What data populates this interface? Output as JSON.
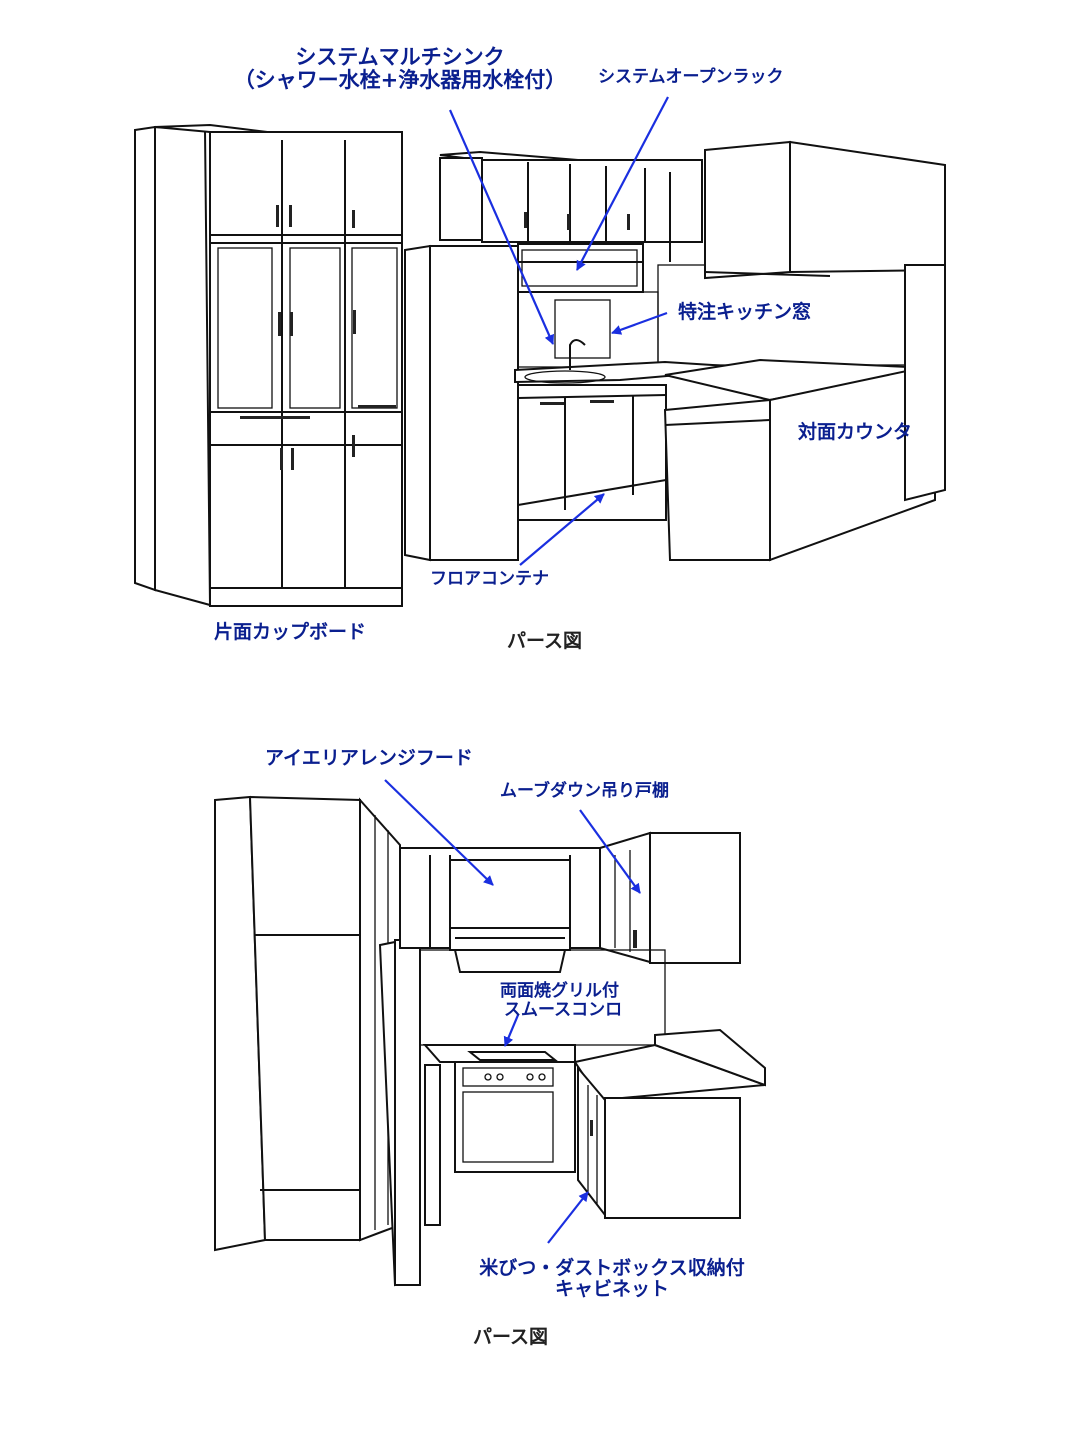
{
  "top": {
    "labels": {
      "multi_sink_line1": "システムマルチシンク",
      "multi_sink_line2": "（シャワー水栓+浄水器用水栓付）",
      "open_rack": "システムオープンラック",
      "kitchen_window": "特注キッチン窓",
      "counter": "対面カウンタ",
      "floor_container": "フロアコンテナ",
      "cupboard": "片面カップボード"
    },
    "caption": "パース図"
  },
  "bottom": {
    "labels": {
      "range_hood": "アイエリアレンジフード",
      "movedown_cabinet": "ムーブダウン吊り戸棚",
      "stove_line1": "両面焼グリル付",
      "stove_line2": "スムースコンロ",
      "cabinet_line1": "米びつ・ダストボックス収納付",
      "cabinet_line2": "キャビネット"
    },
    "caption": "パース図"
  },
  "colors": {
    "label": "#0a1f8f",
    "arrow": "#1a2fe0",
    "line": "#111111"
  }
}
